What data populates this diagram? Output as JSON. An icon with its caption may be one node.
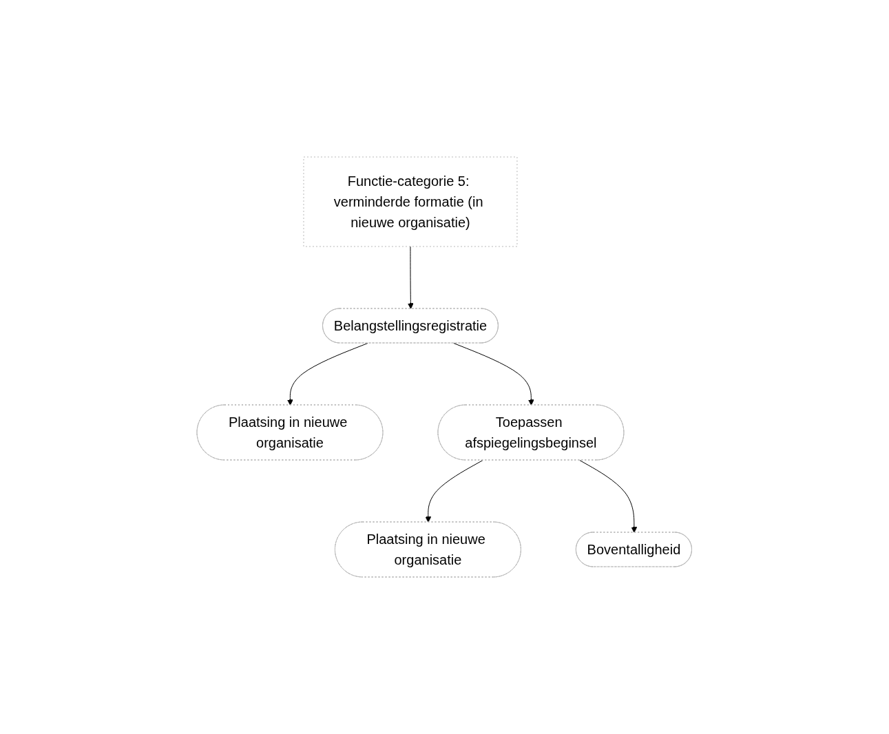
{
  "diagram": {
    "nodes": [
      {
        "text": [
          "Functie-categorie 5: verminderde formatie (in nieuwe organisatie)"
        ]
      },
      {
        "text": [
          "Belangstellingsregistratie"
        ]
      },
      {
        "text": [
          "Plaatsing in nieuwe organisatie"
        ]
      },
      {
        "text": [
          "Toepassen afspiegelingsbeginsel"
        ]
      },
      {
        "text": [
          "Plaatsing in nieuwe organisatie"
        ]
      },
      {
        "text": [
          "Boventalligheid"
        ]
      }
    ],
    "edges": [
      {
        "from": 0,
        "to": 1,
        "arrow": "to"
      },
      {
        "from": 1,
        "to": 2,
        "arrow": "to"
      },
      {
        "from": 1,
        "to": 3,
        "arrow": "to"
      },
      {
        "from": 3,
        "to": 4,
        "arrow": "to"
      },
      {
        "from": 3,
        "to": 5,
        "arrow": "to"
      }
    ]
  }
}
